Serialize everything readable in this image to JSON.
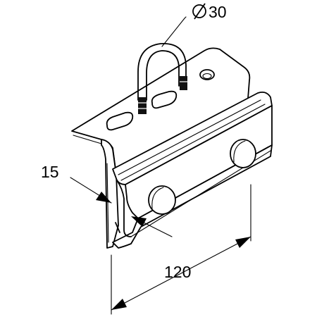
{
  "dimensions": {
    "rod_diameter": "Ø30",
    "flange_thickness": "15",
    "length": "120"
  }
}
